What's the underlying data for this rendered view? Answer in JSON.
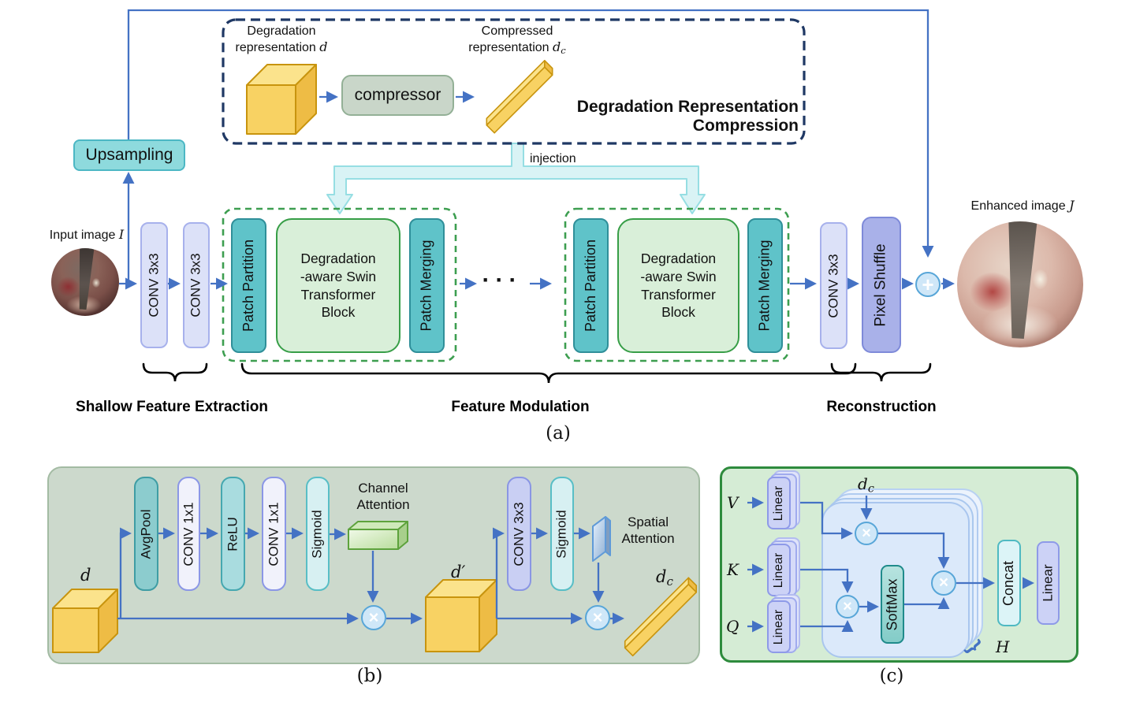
{
  "colors": {
    "arrow_blue": "#4472c4",
    "navy_dashed": "#1f3864",
    "green_dashed": "#3d9e50",
    "teal_box": "#5fc3c9",
    "swin_green": "#d9efd9",
    "lavender": "#dce1f8",
    "pixel_shuffle_purple": "#a9b1e9",
    "cube_yellow": "#f8d263",
    "injection_cyan": "#d9f3f5",
    "panel_b_bg": "#ccd9cc",
    "panel_c_bg": "#d5ecd5",
    "op_circle": "#cfe7f8"
  },
  "symbols": {
    "plus": "+",
    "times": "×",
    "dots": "···",
    "brace": "}",
    "prime": "′"
  },
  "panel_a": {
    "input_label": "Input image",
    "input_var": "I",
    "upsampling": "Upsampling",
    "compression": {
      "left_line1": "Degradation",
      "left_line2": "representation",
      "left_var": "d",
      "compressor": "compressor",
      "right_line1": "Compressed",
      "right_line2": "representation",
      "right_var": "d",
      "right_sub": "c",
      "title_line1": "Degradation Representation",
      "title_line2": "Compression"
    },
    "injection": "injection",
    "conv1": "CONV 3x3",
    "conv2": "CONV 3x3",
    "block1": {
      "patch_partition": "Patch Partition",
      "swin": [
        "Degradation",
        "-aware Swin",
        "Transformer",
        "Block"
      ],
      "patch_merging": "Patch Merging"
    },
    "block2": {
      "patch_partition": "Patch Partition",
      "swin": [
        "Degradation",
        "-aware Swin",
        "Transformer",
        "Block"
      ],
      "patch_merging": "Patch Merging"
    },
    "conv3": "CONV 3x3",
    "pixel_shuffle": "Pixel Shuffle",
    "enhanced_label": "Enhanced image",
    "enhanced_var": "J",
    "stage_shallow": "Shallow Feature Extraction",
    "stage_modulation": "Feature Modulation",
    "stage_reconstruction": "Reconstruction",
    "caption": "(a)"
  },
  "panel_b": {
    "d_var": "d",
    "avgpool": "AvgPool",
    "conv1x1_1": "CONV 1x1",
    "relu": "ReLU",
    "conv1x1_2": "CONV 1x1",
    "sigmoid1": "Sigmoid",
    "channel_line1": "Channel",
    "channel_line2": "Attention",
    "dprime_var": "d",
    "conv3x3": "CONV 3x3",
    "sigmoid2": "Sigmoid",
    "spatial_line1": "Spatial",
    "spatial_line2": "Attention",
    "dc_var": "d",
    "dc_sub": "c",
    "caption": "(b)"
  },
  "panel_c": {
    "v": "V",
    "k": "K",
    "q": "Q",
    "linear": "Linear",
    "dc_var": "d",
    "dc_sub": "c",
    "softmax": "SoftMax",
    "concat": "Concat",
    "linear_out": "Linear",
    "h": "H",
    "caption": "(c)"
  }
}
